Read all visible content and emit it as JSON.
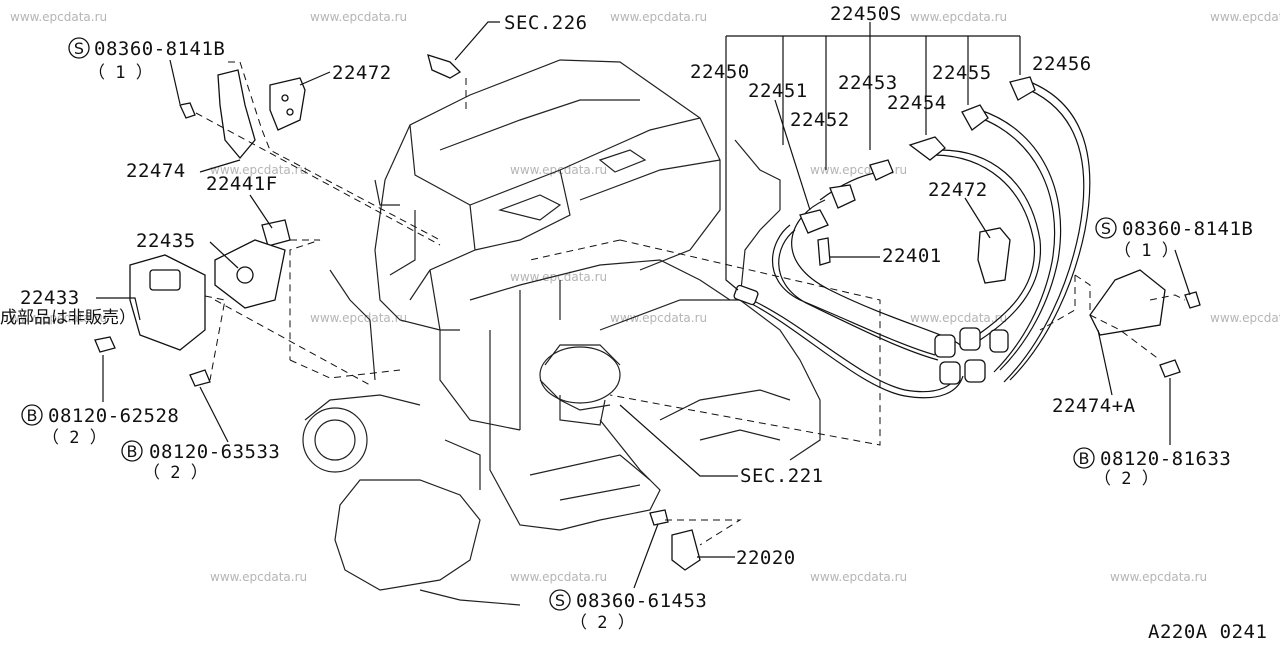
{
  "watermark": "www.epcdata.ru",
  "diagram_code": "A220A 0241",
  "labels": {
    "sec226": "SEC.226",
    "p22450S": "22450S",
    "p22450": "22450",
    "p22451": "22451",
    "p22452": "22452",
    "p22453": "22453",
    "p22454": "22454",
    "p22455": "22455",
    "p22456": "22456",
    "p22472a": "22472",
    "p22472b": "22472",
    "p22474": "22474",
    "p22441F": "22441F",
    "p22435": "22435",
    "p22433": "22433",
    "note22433": "成部品は非販売）",
    "p22401": "22401",
    "sec221": "SEC.221",
    "p22020": "22020",
    "p22474A": "22474+A"
  },
  "fasteners": [
    {
      "id": "s1",
      "prefix": "S",
      "number": "08360-8141B",
      "qty": "（ 1 ）"
    },
    {
      "id": "b1",
      "prefix": "B",
      "number": "08120-62528",
      "qty": "（ 2 ）"
    },
    {
      "id": "b2",
      "prefix": "B",
      "number": "08120-63533",
      "qty": "（ 2 ）"
    },
    {
      "id": "s2",
      "prefix": "S",
      "number": "08360-61453",
      "qty": "（ 2 ）"
    },
    {
      "id": "s3",
      "prefix": "S",
      "number": "08360-8141B",
      "qty": "（ 1 ）"
    },
    {
      "id": "b3",
      "prefix": "B",
      "number": "08120-81633",
      "qty": "（ 2 ）"
    }
  ]
}
